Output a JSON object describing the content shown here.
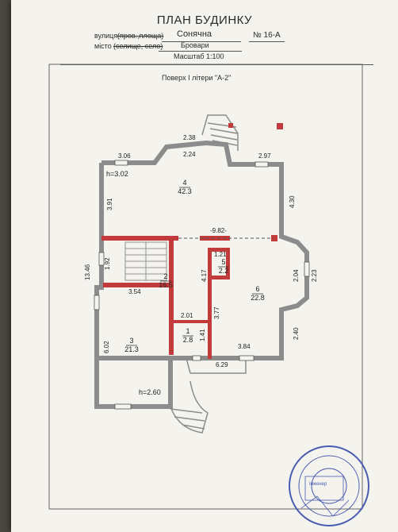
{
  "header": {
    "title": "ПЛАН БУДИНКУ",
    "street_label": "вулиця",
    "street_type_struck": "(пров.,площа)",
    "street_value": "Сонячна",
    "house_number": "№ 16-А",
    "city_label": "місто",
    "city_type_struck": "(селище, село)",
    "city_value": "Бровари",
    "scale": "Масштаб 1:100",
    "floor": "Поверх І літери \"А-2\""
  },
  "rooms": [
    {
      "number": "1",
      "area": "2.8"
    },
    {
      "number": "2",
      "area": "16.5"
    },
    {
      "number": "3",
      "area": "21.3"
    },
    {
      "number": "4",
      "area": "42.3"
    },
    {
      "number": "5",
      "area": "2.2"
    },
    {
      "number": "6",
      "area": "22.8"
    }
  ],
  "heights": {
    "upper": "h=3.02",
    "lower": "h=2.60"
  },
  "dimensions": {
    "d238": "2.38",
    "d224": "2.24",
    "d306": "3.06",
    "d297": "2.97",
    "d391": "3.91",
    "d430": "4.30",
    "d982": "-9.82-",
    "d121": "1.21",
    "d417": "4.17",
    "d192": "1.92",
    "d1346": "13.46",
    "d354": "3.54",
    "d204": "2.04",
    "d223": "2.23",
    "d377": "3.77",
    "d201": "2.01",
    "d141": "1.41",
    "d602": "6.02",
    "d240": "2.40",
    "d384": "3.84",
    "d629": "6.29"
  },
  "stamp": {
    "center_text": "Інженер"
  },
  "colors": {
    "wall": "#8c8c8c",
    "highlight": "#c23a3a",
    "paper": "#f4f3ee"
  }
}
